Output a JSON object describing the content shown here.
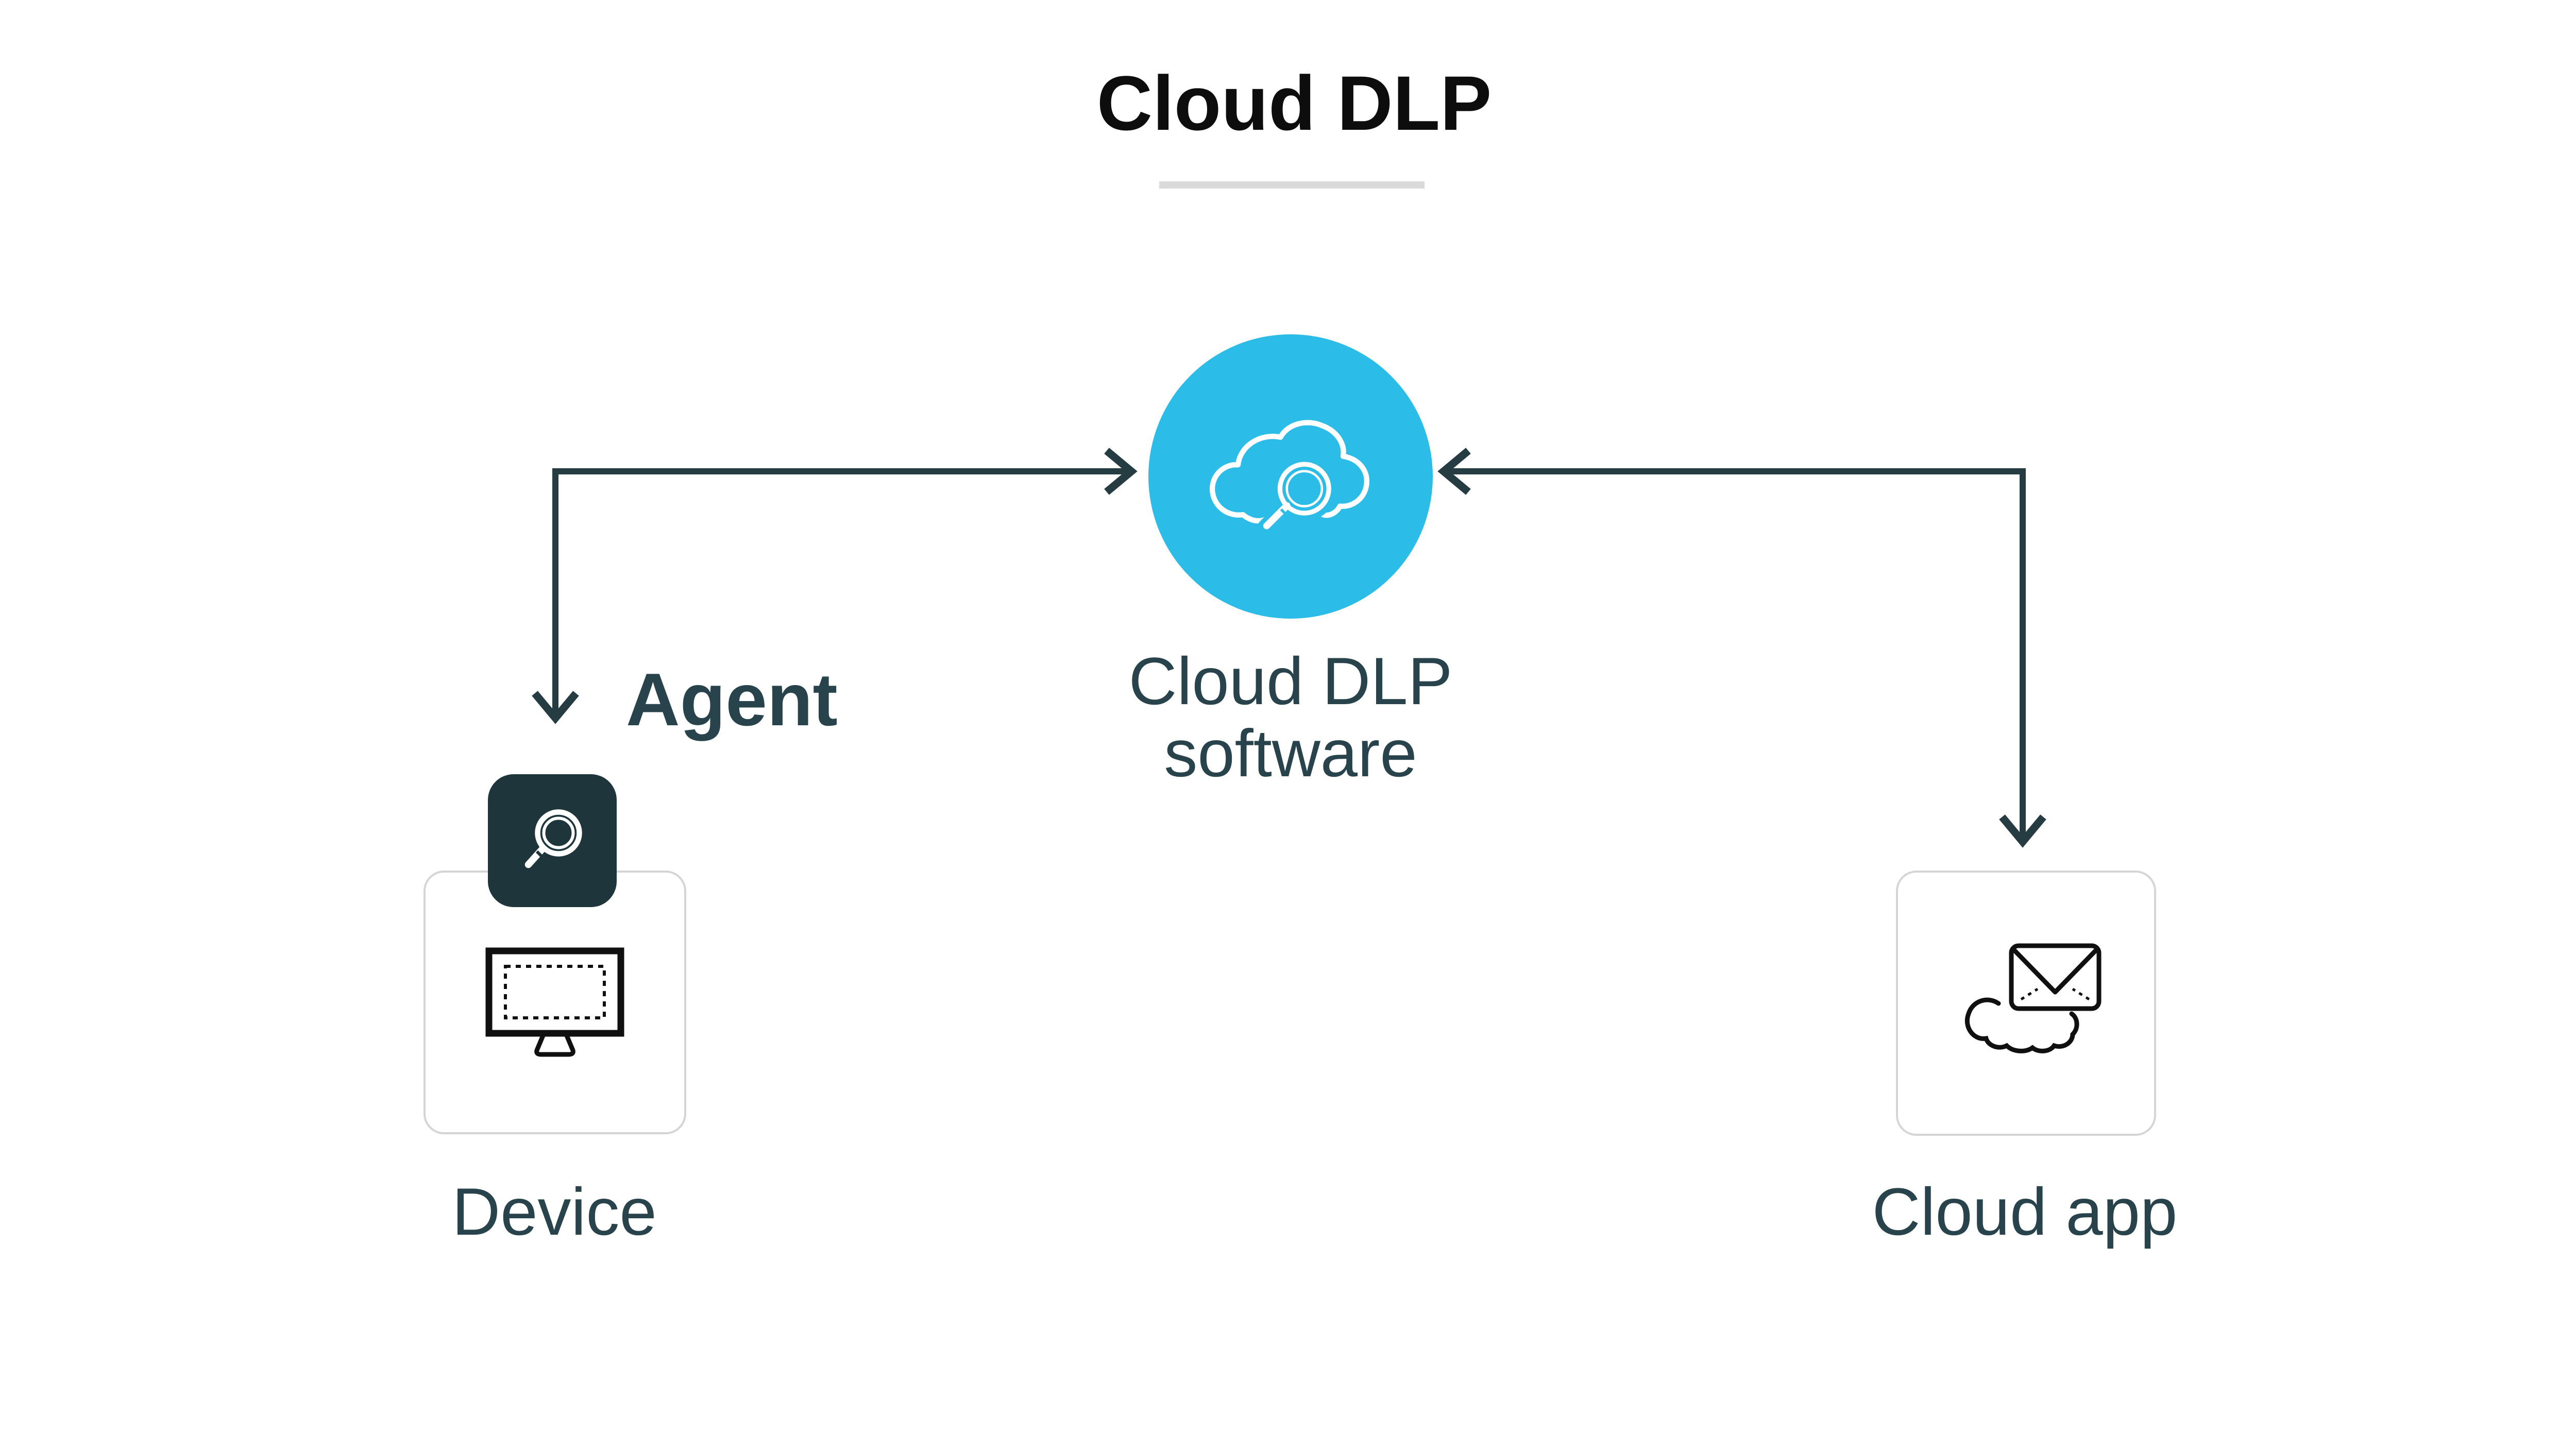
{
  "title": "Cloud DLP",
  "colors": {
    "accent": "#2bbde8",
    "title": "#0d0d0d",
    "label": "#28434b",
    "arrow": "#263c43",
    "badge_bg": "#1f353c",
    "icon_ink": "#101010",
    "box_border": "#d5d5d5",
    "underline": "#dadada",
    "canvas_bg": "#ffffff"
  },
  "hub": {
    "label_line1": "Cloud DLP",
    "label_line2": "software",
    "icon": "cloud-search-icon"
  },
  "device": {
    "label": "Device",
    "icon": "monitor-icon",
    "agent_label": "Agent",
    "agent_icon": "magnifier-icon"
  },
  "cloud_app": {
    "label": "Cloud app",
    "icon": "cloud-mail-icon"
  },
  "connections": [
    {
      "from": "Device",
      "to": "Cloud DLP software",
      "direction": "bidirectional"
    },
    {
      "from": "Cloud app",
      "to": "Cloud DLP software",
      "direction": "bidirectional"
    }
  ]
}
